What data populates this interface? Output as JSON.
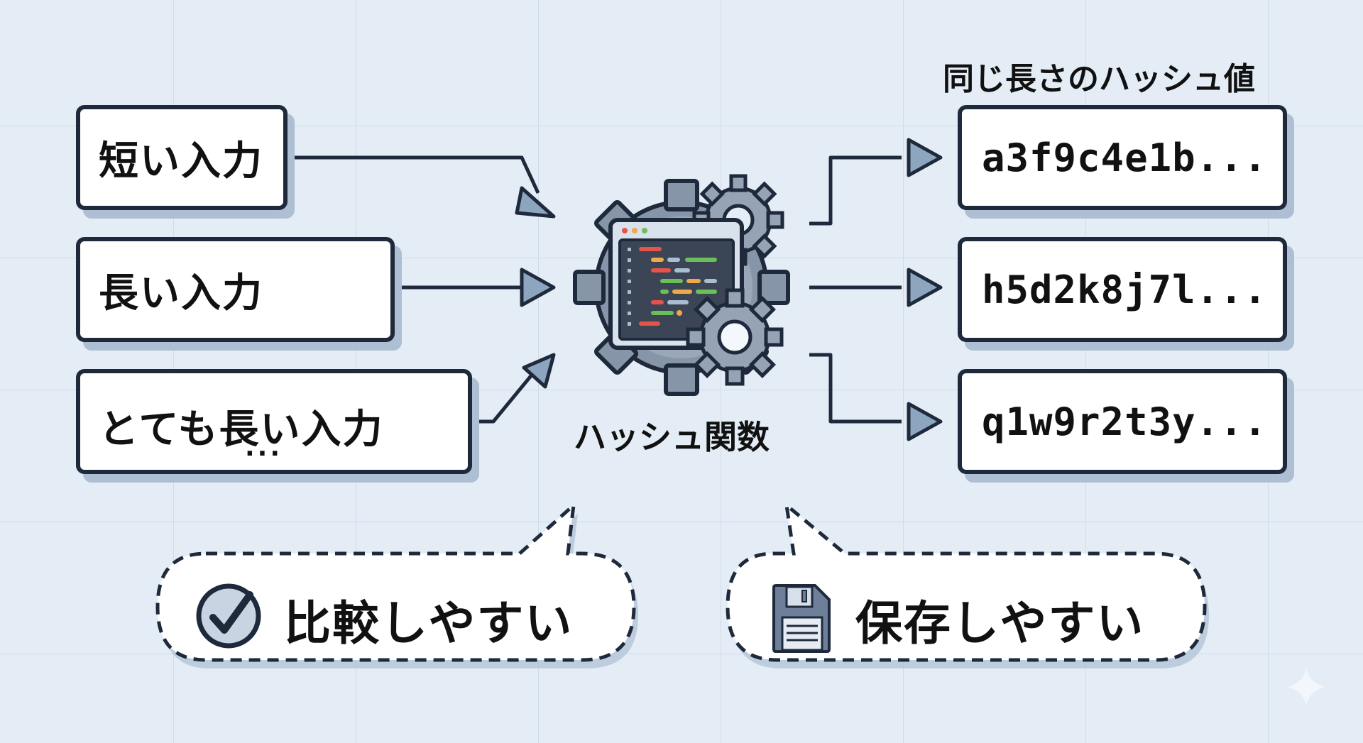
{
  "diagram": {
    "inputs": [
      {
        "label": "短い入力"
      },
      {
        "label": "長い入力"
      },
      {
        "label": "とても長い入力",
        "continuation": "..."
      }
    ],
    "function": {
      "label": "ハッシュ関数",
      "icon": "gear-code-window-icon"
    },
    "outputs_title": "同じ長さのハッシュ値",
    "outputs": [
      {
        "hash": "a3f9c4e1b..."
      },
      {
        "hash": "h5d2k8j7l..."
      },
      {
        "hash": "q1w9r2t3y..."
      }
    ],
    "benefits": [
      {
        "label": "比較しやすい",
        "icon": "check-circle-icon"
      },
      {
        "label": "保存しやすい",
        "icon": "floppy-disk-icon"
      }
    ],
    "colors": {
      "background": "#e4edf6",
      "outline": "#1e2a3c",
      "shadow": "#aebfd4",
      "gear": "#8795a8",
      "code_red": "#e5534b",
      "code_orange": "#f0a94a",
      "code_green": "#6bbf59",
      "code_blue": "#a9bed3"
    }
  }
}
